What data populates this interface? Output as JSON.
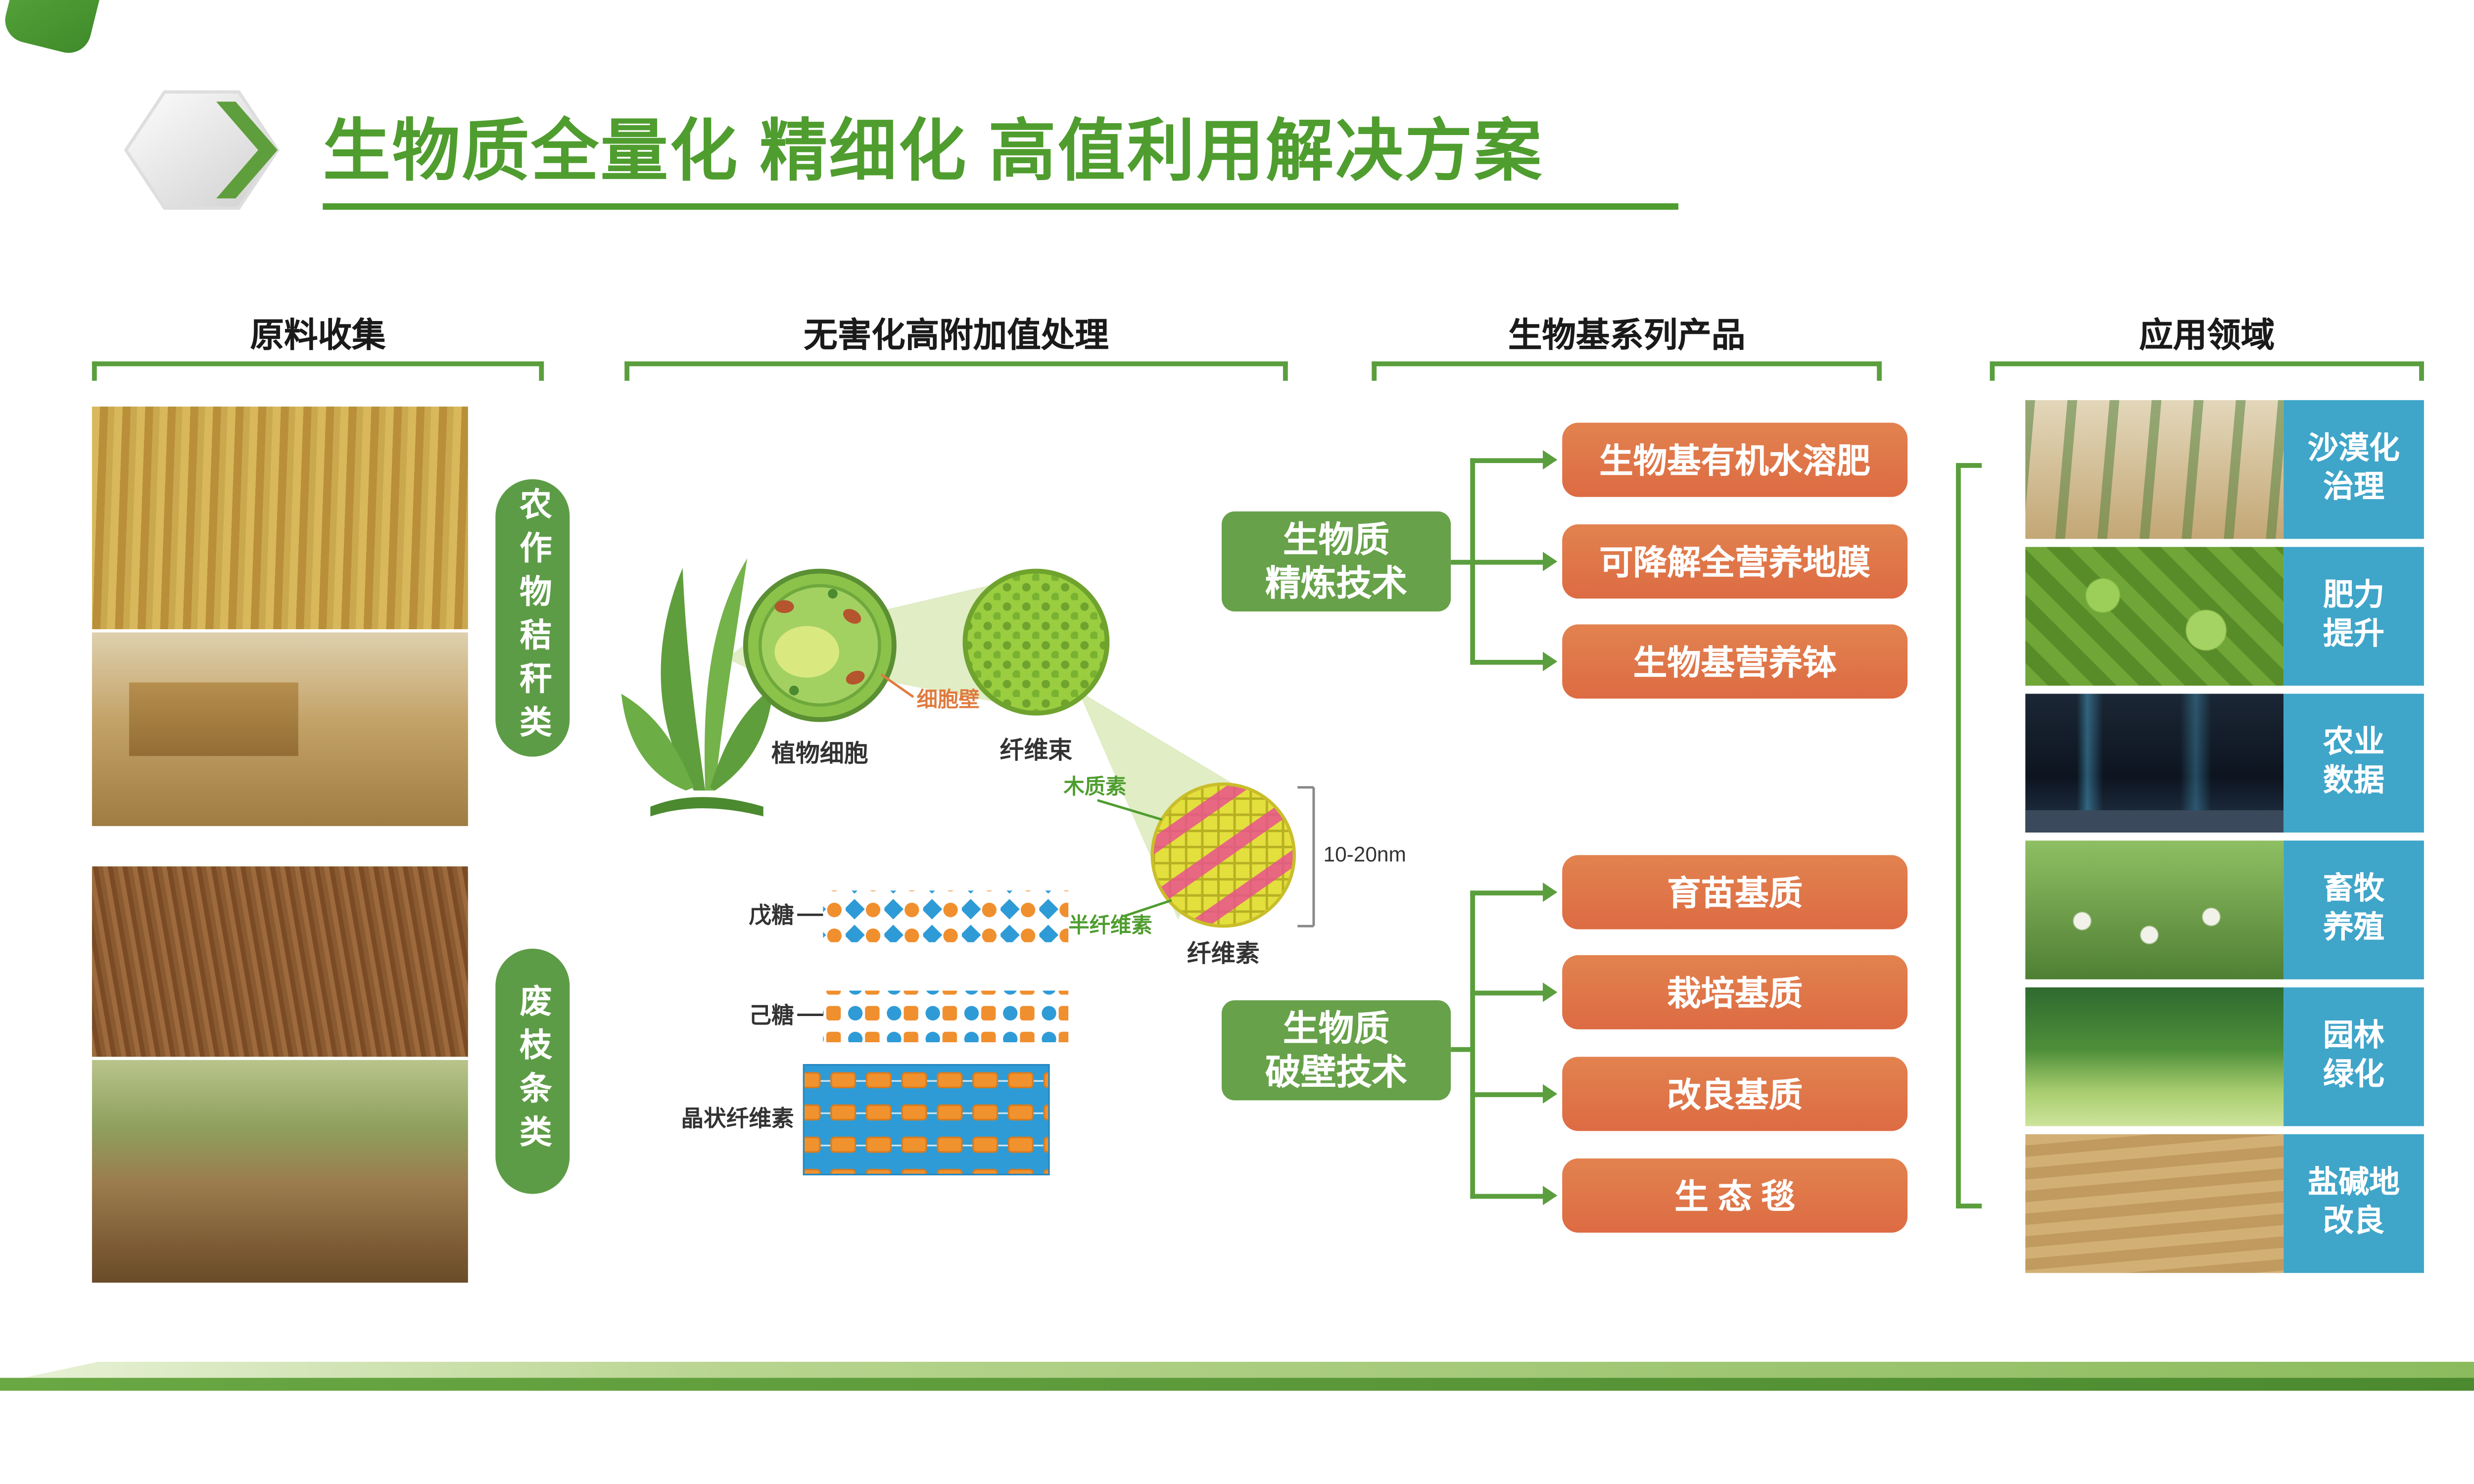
{
  "title": "生物质全量化 精细化 高值利用解决方案",
  "colors": {
    "accent_green": "#4f9d2f",
    "box_green": "#67a14a",
    "orange": "#e0724a",
    "label_blue": "#3fa5c9"
  },
  "columns": {
    "raw": {
      "header": "原料收集",
      "categories": [
        "农作物秸秆类",
        "废枝条类"
      ],
      "photos": [
        "corn-stalks",
        "straw-bales",
        "waste-twigs",
        "orchard-branches"
      ]
    },
    "process": {
      "header": "无害化高附加值处理",
      "diagram": {
        "plant_cell": "植物细胞",
        "cell_wall": "细胞壁",
        "fiber_bundle": "纤维束",
        "lignin": "木质素",
        "hemicellulose": "半纤维素",
        "cellulose": "纤维素",
        "scale": "10-20nm",
        "pentose": "戊糖",
        "hexose": "己糖",
        "crystalline_cellulose": "晶状纤维素"
      }
    },
    "products": {
      "header": "生物基系列产品",
      "tech_refining": {
        "line1": "生物质",
        "line2": "精炼技术"
      },
      "tech_wall_breaking": {
        "line1": "生物质",
        "line2": "破壁技术"
      },
      "group1": [
        "生物基有机水溶肥",
        "可降解全营养地膜",
        "生物基营养钵"
      ],
      "group2": [
        "育苗基质",
        "栽培基质",
        "改良基质",
        "生 态 毯"
      ]
    },
    "apps": {
      "header": "应用领域",
      "items": [
        {
          "line1": "沙漠化",
          "line2": "治理"
        },
        {
          "line1": "肥力",
          "line2": "提升"
        },
        {
          "line1": "农业",
          "line2": "数据"
        },
        {
          "line1": "畜牧",
          "line2": "养殖"
        },
        {
          "line1": "园林",
          "line2": "绿化"
        },
        {
          "line1": "盐碱地",
          "line2": "改良"
        }
      ]
    }
  }
}
